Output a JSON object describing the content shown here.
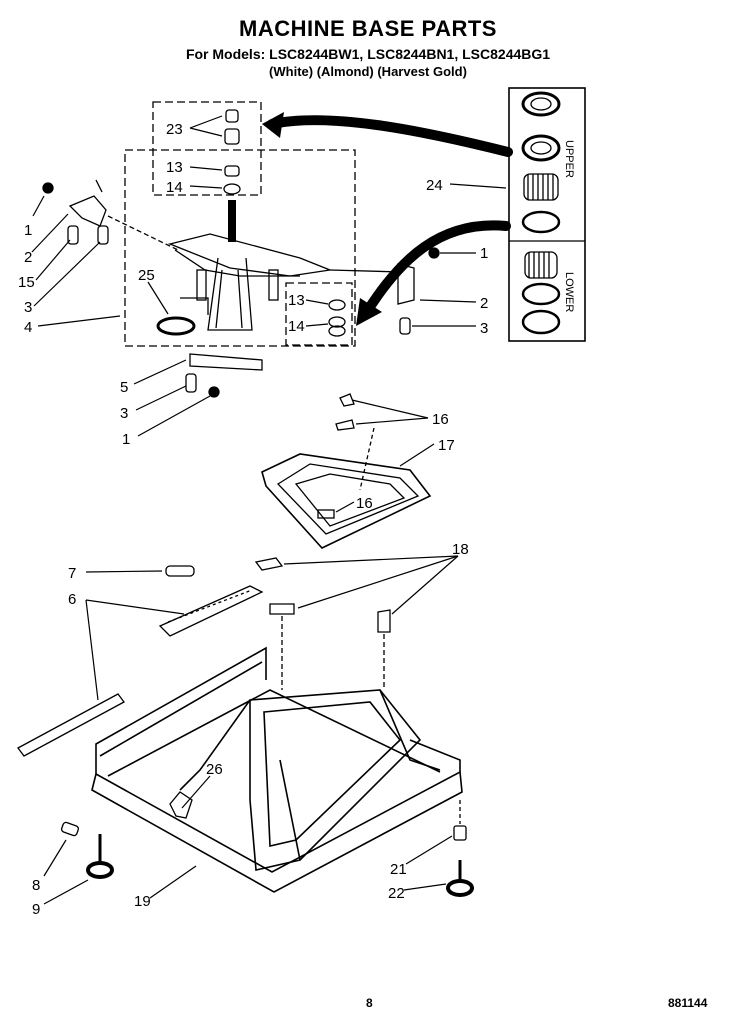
{
  "header": {
    "title": "MACHINE BASE PARTS",
    "models": "For Models: LSC8244BW1, LSC8244BN1, LSC8244BG1",
    "colors": "(White)   (Almond)  (Harvest Gold)"
  },
  "inset_labels": {
    "upper": "UPPER",
    "lower": "LOWER"
  },
  "callouts": {
    "c23": "23",
    "c13a": "13",
    "c14a": "14",
    "c1a": "1",
    "c2a": "2",
    "c15": "15",
    "c3a": "3",
    "c4": "4",
    "c25": "25",
    "c24": "24",
    "c1b": "1",
    "c2b": "2",
    "c3b": "3",
    "c13b": "13",
    "c14b": "14",
    "c5": "5",
    "c3c": "3",
    "c1c": "1",
    "c16a": "16",
    "c17": "17",
    "c16b": "16",
    "c7": "7",
    "c6": "6",
    "c18": "18",
    "c26": "26",
    "c8": "8",
    "c9": "9",
    "c19": "19",
    "c21": "21",
    "c22": "22"
  },
  "footer": {
    "page": "8",
    "doc": "881144"
  }
}
